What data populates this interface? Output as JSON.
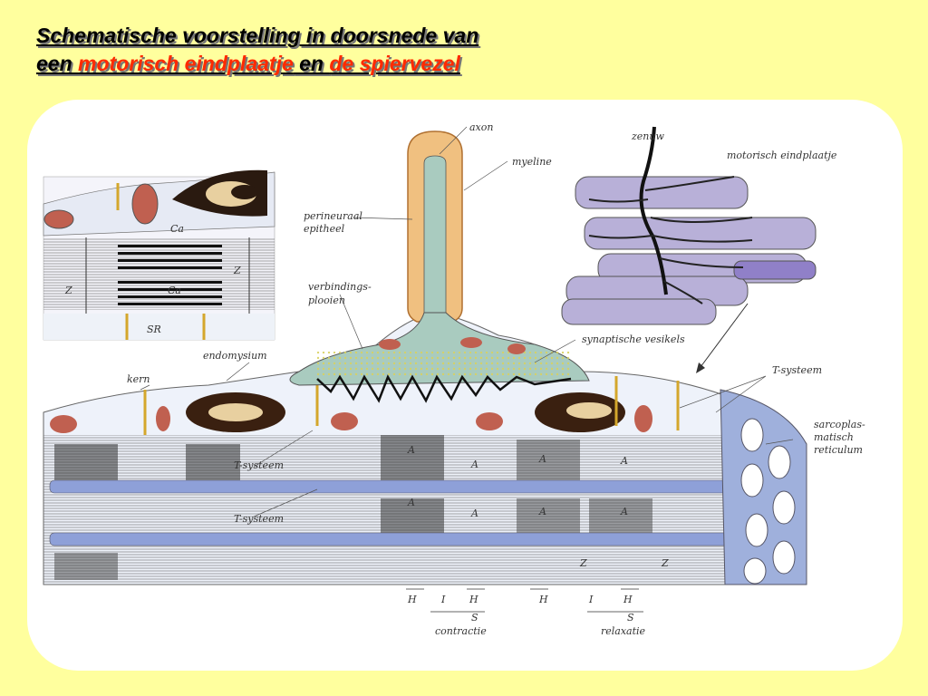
{
  "title": {
    "line1": "Schematische voorstelling in doorsnede van",
    "line2_a": "een ",
    "line2_b": "motorisch eindplaatje",
    "line2_c": " en ",
    "line2_d": "de spiervezel"
  },
  "labels": {
    "axon": "axon",
    "myeline": "myeline",
    "perineuraal1": "perineuraal",
    "perineuraal2": "epitheel",
    "verbindings1": "verbindings-",
    "verbindings2": "plooien",
    "synaptische": "synaptische vesikels",
    "endomysium": "endomysium",
    "kern": "kern",
    "tsysteem_a": "T-systeem",
    "tsysteem_b": "T-systeem",
    "tsysteem_c": "T-systeem",
    "zenuw": "zenuw",
    "motorisch": "motorisch eindplaatje",
    "sarco1": "sarcoplas-",
    "sarco2": "matisch",
    "sarco3": "reticulum",
    "inset_ca1": "Ca",
    "inset_ca2": "Ca",
    "inset_z1": "Z",
    "inset_z2": "Z",
    "inset_sr": "SR",
    "band_a": "A",
    "band_z": "Z",
    "h": "H",
    "i": "I",
    "s": "S",
    "contractie": "contractie",
    "relaxatie": "relaxatie"
  },
  "colors": {
    "background": "#ffff9e",
    "accent_red": "#ff2a00",
    "panel": "#ffffff",
    "terminal": "#a9cbbf",
    "reticulum": "#8ea0d8",
    "fiber": "#b8b0d8"
  }
}
